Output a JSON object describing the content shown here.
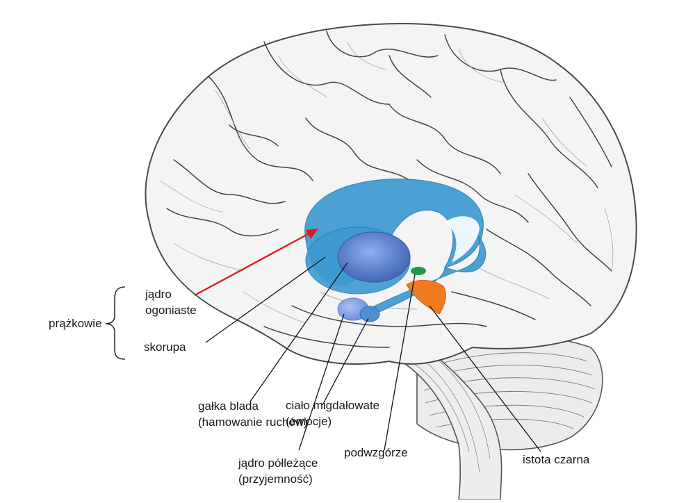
{
  "labels": {
    "group": "prążkowie",
    "caudate": [
      "jądro",
      "ogoniaste"
    ],
    "putamen": "skorupa",
    "globus": [
      "gałka blada",
      "(hamowanie ruchów)"
    ],
    "amygdala": [
      "ciało migdałowate",
      "(emocje)"
    ],
    "accumbens": [
      "jądro półleżące",
      "(przyjemność)"
    ],
    "hypothalamus": "podwzgórze",
    "nigra": "istota czarna"
  },
  "colors": {
    "striatum": "#3d9bd1",
    "globus_pallidus": "#5b7fc8",
    "amygdala": "#7b9be0",
    "hypothalamus": "#1e9a4a",
    "substantia_nigra": "#f07a1e",
    "arrow": "#e01b1b",
    "outline": "#4a4a4a"
  }
}
